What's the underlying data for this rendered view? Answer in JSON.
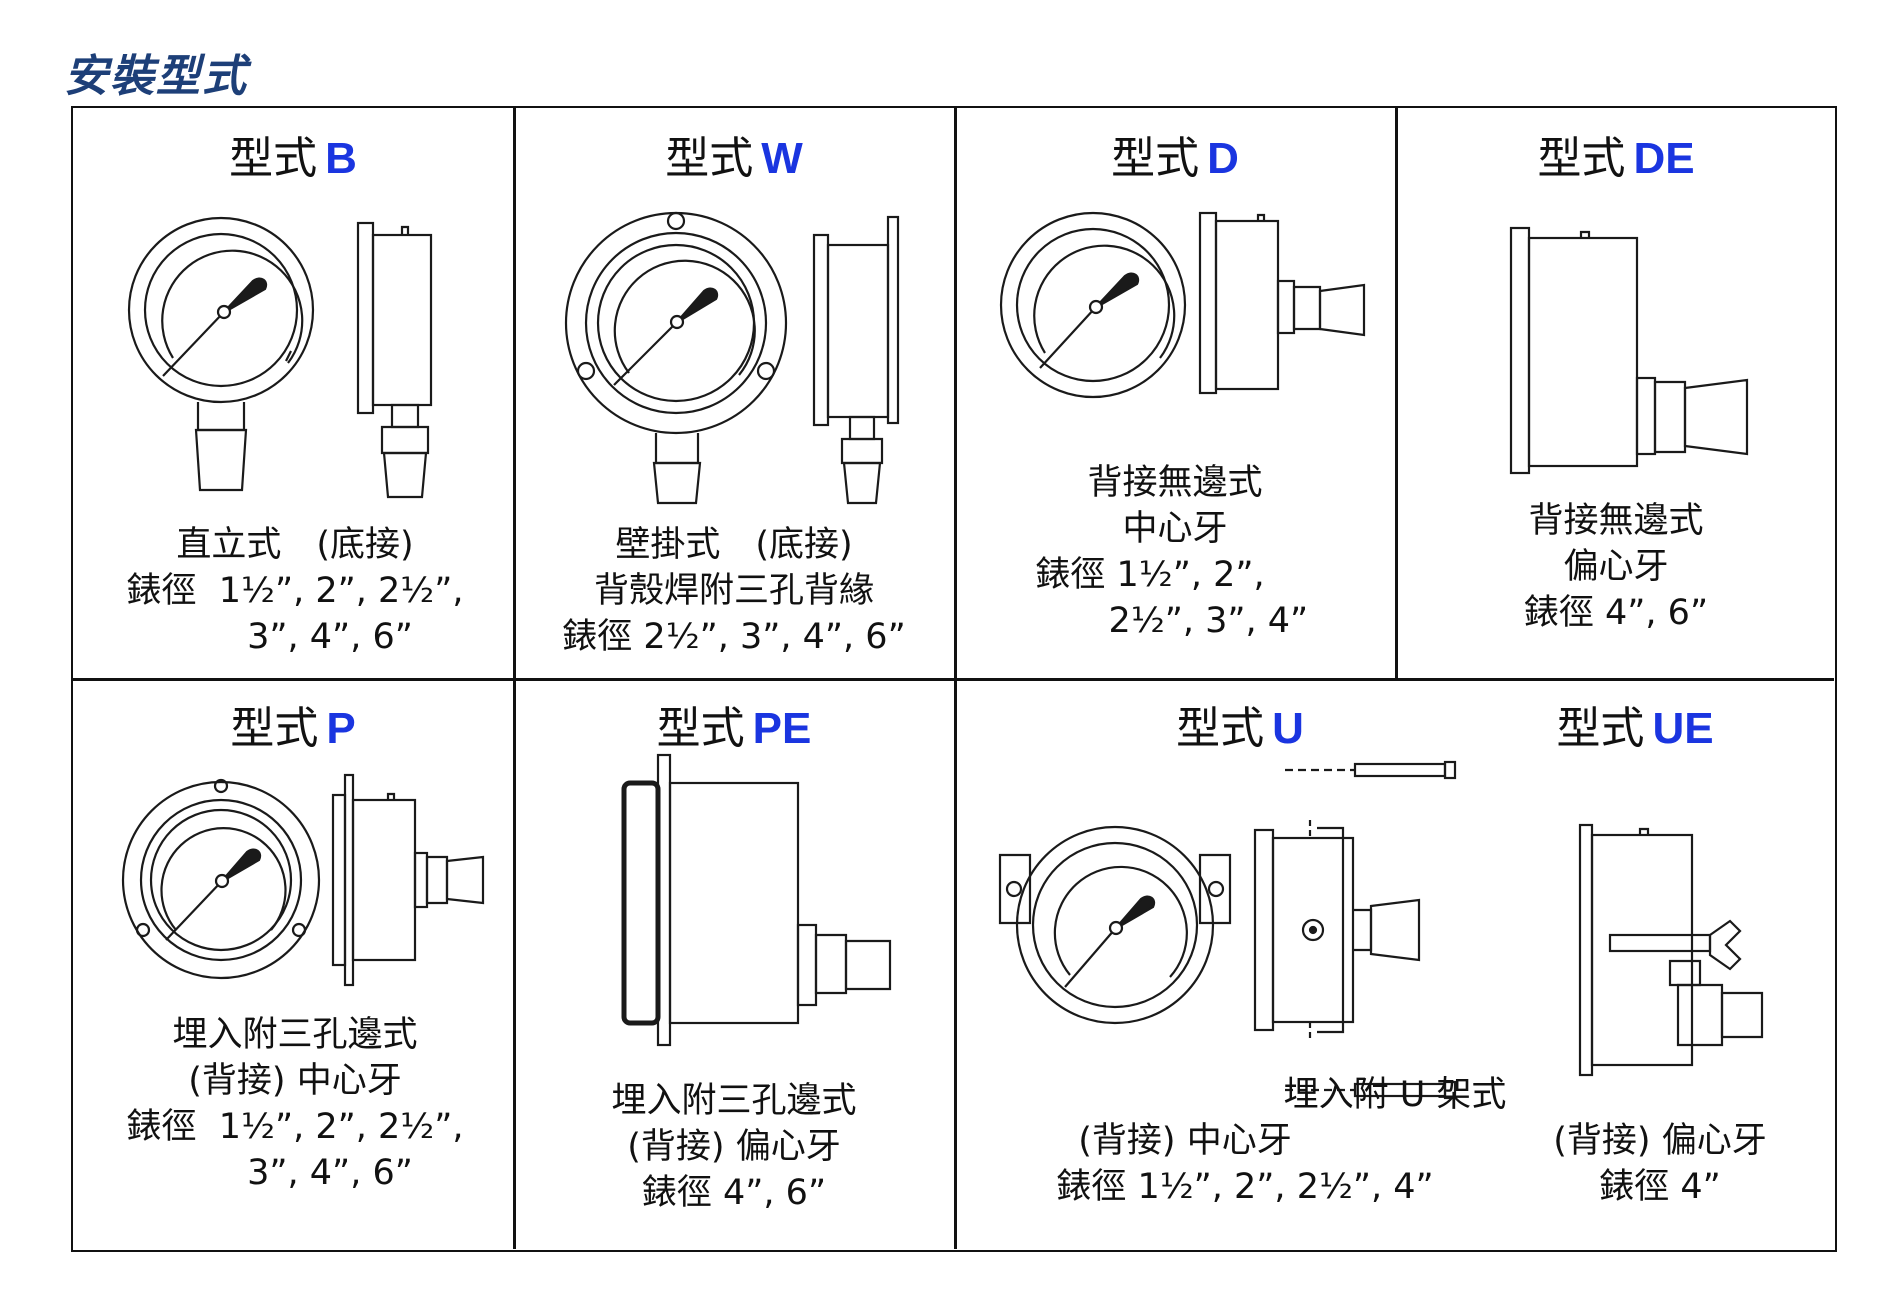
{
  "title": "安裝型式",
  "type_prefix": "型式",
  "cells": {
    "B": {
      "code": "B",
      "lines": [
        "直立式　(底接)",
        "錶徑  1½”, 2”, 2½”,",
        "3”, 4”, 6”"
      ]
    },
    "W": {
      "code": "W",
      "lines": [
        "壁掛式　(底接)",
        "背殼焊附三孔背緣",
        "錶徑 2½”, 3”, 4”, 6”"
      ]
    },
    "D": {
      "code": "D",
      "lines": [
        "背接無邊式",
        "中心牙",
        "錶徑 1½”, 2”,",
        "      2½”, 3”, 4”"
      ]
    },
    "DE": {
      "code": "DE",
      "lines": [
        "背接無邊式",
        "偏心牙",
        "錶徑 4”, 6”"
      ]
    },
    "P": {
      "code": "P",
      "lines": [
        "埋入附三孔邊式",
        "(背接) 中心牙",
        "錶徑  1½”, 2”, 2½”,",
        "3”, 4”, 6”"
      ]
    },
    "PE": {
      "code": "PE",
      "lines": [
        "埋入附三孔邊式",
        "(背接) 偏心牙",
        "錶徑 4”, 6”"
      ]
    },
    "U": {
      "code": "U",
      "lines": [
        "(背接) 中心牙",
        "錶徑 1½”, 2”, 2½”, 4”"
      ]
    },
    "UE": {
      "code": "UE",
      "lines": [
        "(背接) 偏心牙",
        "錶徑 4”"
      ]
    },
    "U_shared": "埋入附 U 架式"
  },
  "icons": [
    "gauge-front-icon",
    "gauge-side-icon",
    "u-bracket-icon",
    "bolt-icon"
  ]
}
